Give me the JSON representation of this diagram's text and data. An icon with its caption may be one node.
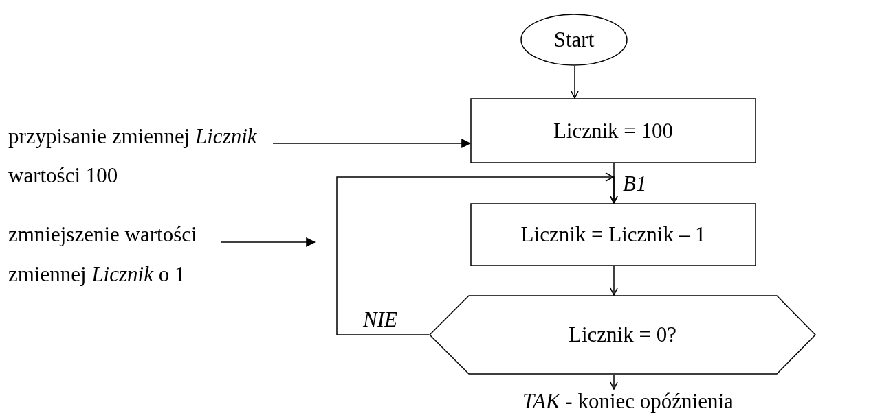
{
  "diagram": {
    "nodes": [
      {
        "text": [
          "Start"
        ]
      },
      {
        "text": [
          "Licznik = 100"
        ]
      },
      {
        "text": [
          "Licznik = Licznik – 1"
        ]
      },
      {
        "text": [
          "Licznik = 0?"
        ]
      },
      {
        "text": [
          "przypisanie zmiennej *Licznik* wartości 100"
        ]
      },
      {
        "text": [
          "zmniejszenie wartości zmiennej *Licznik* o 1"
        ]
      }
    ],
    "edges": [
      {
        "from": 0,
        "to": 1,
        "arrow": "to"
      },
      {
        "from": 1,
        "to": 2,
        "arrow": "to"
      },
      {
        "from": 2,
        "to": 3,
        "arrow": "to"
      },
      {
        "from": 3,
        "to": 2,
        "arrow": "to",
        "label": "NIE"
      },
      {
        "from": 3,
        "to": null,
        "arrow": "to",
        "label": "*TAK* - koniec opóźnienia"
      },
      {
        "from": 4,
        "to": 1,
        "arrow": "to"
      },
      {
        "from": 5,
        "to": null,
        "arrow": "to"
      }
    ],
    "labels": [
      "B1"
    ]
  }
}
